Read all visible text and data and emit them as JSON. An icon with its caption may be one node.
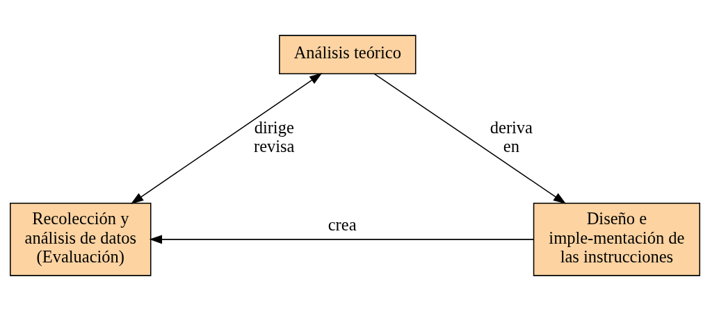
{
  "diagram": {
    "nodes": [
      {
        "text": [
          "Análisis teórico"
        ]
      },
      {
        "text": [
          "Recolección y análisis de datos (Evaluación)"
        ]
      },
      {
        "text": [
          "Diseño e imple-mentación de las instrucciones"
        ]
      }
    ],
    "edges": [
      {
        "from": 0,
        "to": 1,
        "arrow": "both",
        "label": "dirige revisa"
      },
      {
        "from": 0,
        "to": 2,
        "arrow": "to",
        "label": "deriva en"
      },
      {
        "from": 2,
        "to": 1,
        "arrow": "to",
        "label": "crea"
      }
    ]
  }
}
